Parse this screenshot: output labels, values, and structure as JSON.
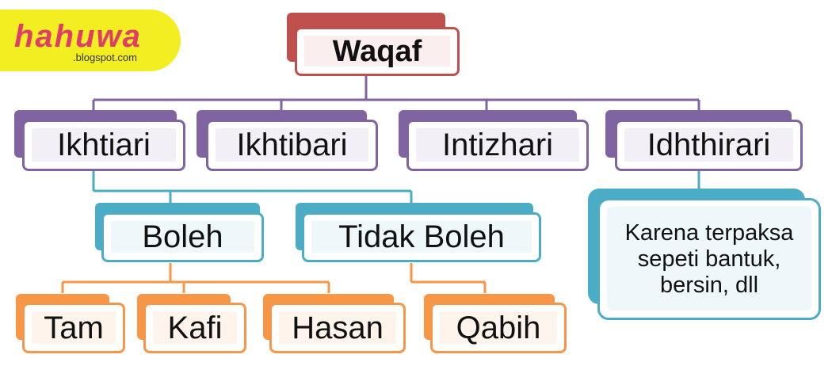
{
  "logo": {
    "name": "hahuwa",
    "url": ".blogspot.com"
  },
  "colors": {
    "root": "#c0504d",
    "level1": "#8064a2",
    "level2": "#4bacc6",
    "level3": "#f79646",
    "level1_tint": "#f2eff7",
    "level2_tint": "#eef7fa",
    "level3_tint": "#fef4eb"
  },
  "root": {
    "label": "Waqaf"
  },
  "types": [
    {
      "label": "Ikhtiari"
    },
    {
      "label": "Ikhtibari"
    },
    {
      "label": "Intizhari"
    },
    {
      "label": "Idhthirari"
    }
  ],
  "ikhtiari_branches": [
    {
      "label": "Boleh"
    },
    {
      "label": "Tidak Boleh"
    }
  ],
  "boleh_items": [
    {
      "label": "Tam"
    },
    {
      "label": "Kafi"
    },
    {
      "label": "Hasan"
    }
  ],
  "tidak_boleh_items": [
    {
      "label": "Qabih"
    }
  ],
  "idhthirari_note": {
    "text": "Karena terpaksa sepeti bantuk, bersin, dll"
  }
}
